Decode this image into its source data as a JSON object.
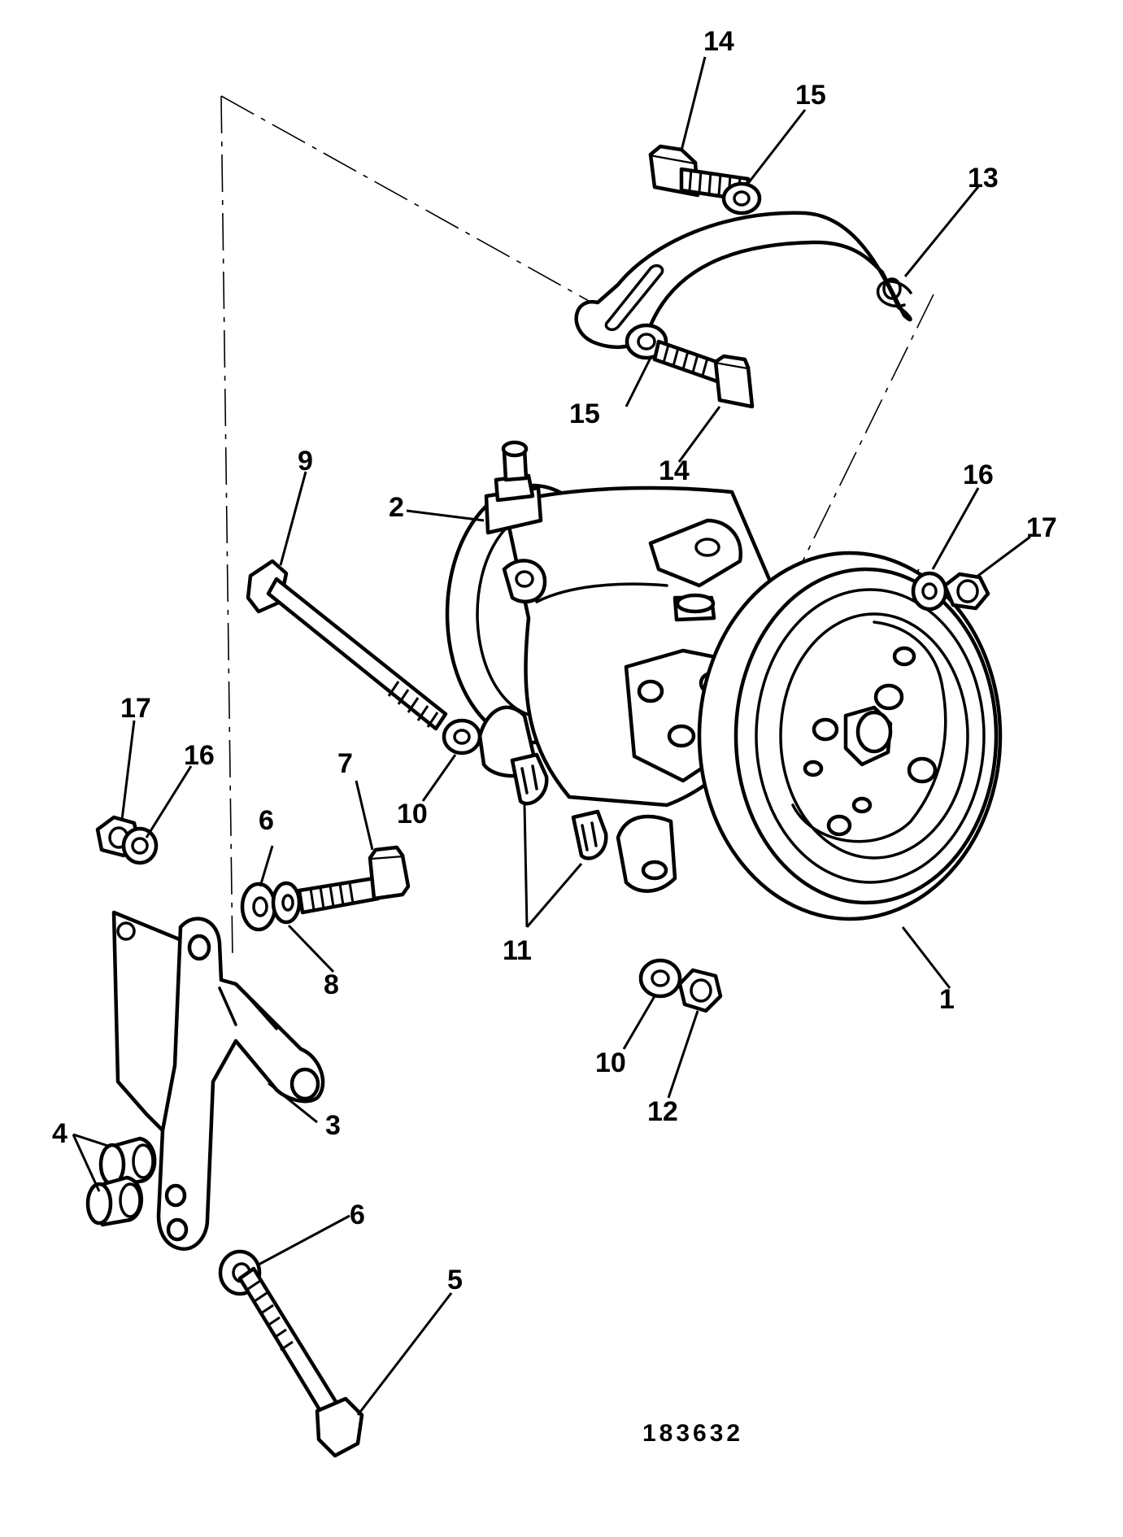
{
  "diagram": {
    "drawing_number": "183632",
    "callouts": {
      "c1": "1",
      "c2": "2",
      "c3": "3",
      "c4": "4",
      "c5": "5",
      "c6a": "6",
      "c6b": "6",
      "c7": "7",
      "c8": "8",
      "c9": "9",
      "c10a": "10",
      "c10b": "10",
      "c11": "11",
      "c12": "12",
      "c13": "13",
      "c14a": "14",
      "c14b": "14",
      "c15a": "15",
      "c15b": "15",
      "c16a": "16",
      "c16b": "16",
      "c17a": "17",
      "c17b": "17"
    }
  }
}
